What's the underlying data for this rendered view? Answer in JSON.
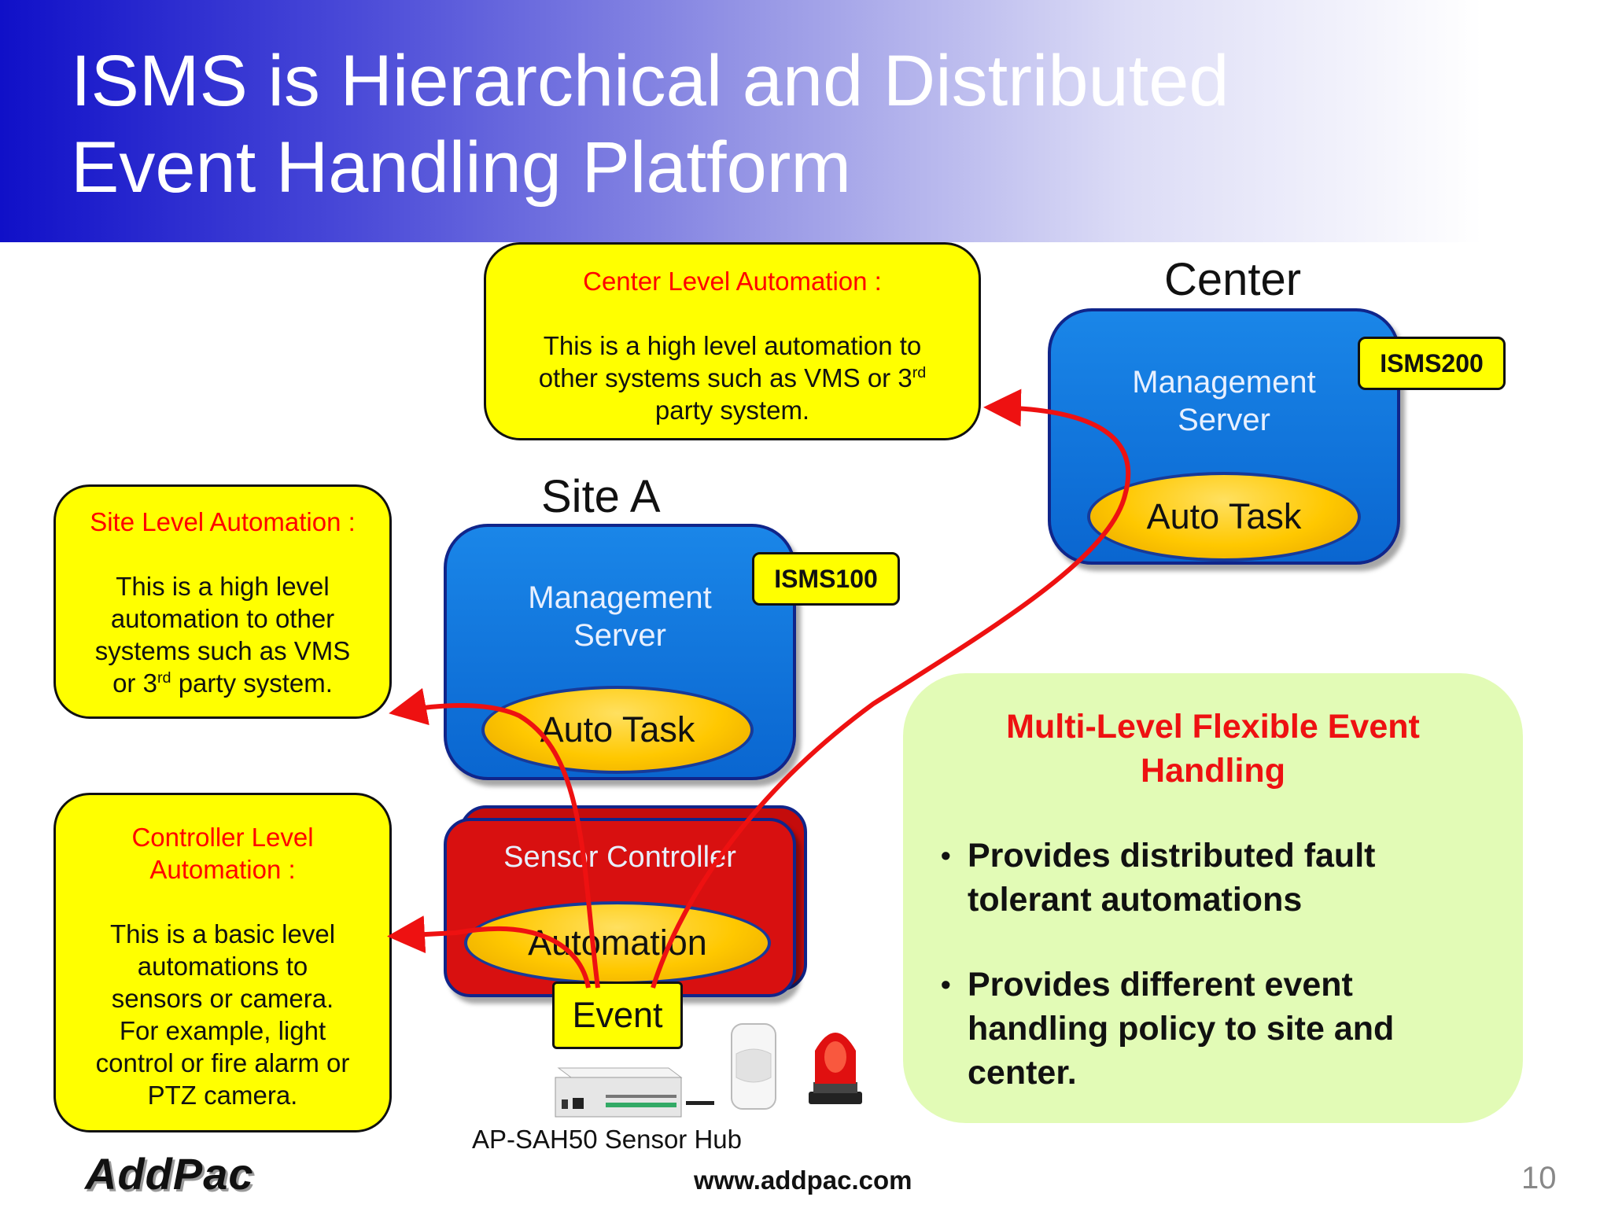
{
  "title": {
    "line1": "ISMS is Hierarchical and Distributed",
    "line2": "Event Handling Platform"
  },
  "callouts": {
    "center": {
      "heading": "Center Level Automation :",
      "line1": "This is a high level automation to",
      "line2a": "other systems such as VMS or 3",
      "line2sup": "rd",
      "line3": "party system."
    },
    "site": {
      "heading": "Site Level Automation :",
      "line1": "This is a high level",
      "line2": "automation to other",
      "line3": "systems such as VMS",
      "line4a": "or 3",
      "line4sup": "rd",
      "line4b": " party system."
    },
    "controller": {
      "heading1": "Controller Level",
      "heading2": "Automation :",
      "line1": "This is a basic level",
      "line2": "automations to",
      "line3": "sensors or camera.",
      "line4": "For example, light",
      "line5": "control or fire alarm or",
      "line6": "PTZ camera."
    }
  },
  "center_node": {
    "label": "Center",
    "server_line1": "Management",
    "server_line2": "Server",
    "task": "Auto Task",
    "model": "ISMS200"
  },
  "site_node": {
    "label": "Site A",
    "server_line1": "Management",
    "server_line2": "Server",
    "task": "Auto Task",
    "model": "ISMS100"
  },
  "controller_node": {
    "label": "Sensor Controller",
    "task": "Automation",
    "event": "Event"
  },
  "hardware": {
    "caption": "AP-SAH50 Sensor Hub"
  },
  "features": {
    "title1": "Multi-Level Flexible Event",
    "title2": "Handling",
    "bullets": [
      {
        "line1": "Provides distributed fault",
        "line2": "tolerant automations"
      },
      {
        "line1": "Provides different event",
        "line2": "handling policy to site and",
        "line3": "center."
      }
    ]
  },
  "footer": {
    "logo": "AddPac",
    "url": "www.addpac.com",
    "page": "10"
  },
  "colors": {
    "accent_red": "#ee1111",
    "callout_yellow": "#ffff00",
    "server_blue": "#0a66d0",
    "controller_red": "#d81010",
    "panel_green": "#e2fbb6"
  }
}
